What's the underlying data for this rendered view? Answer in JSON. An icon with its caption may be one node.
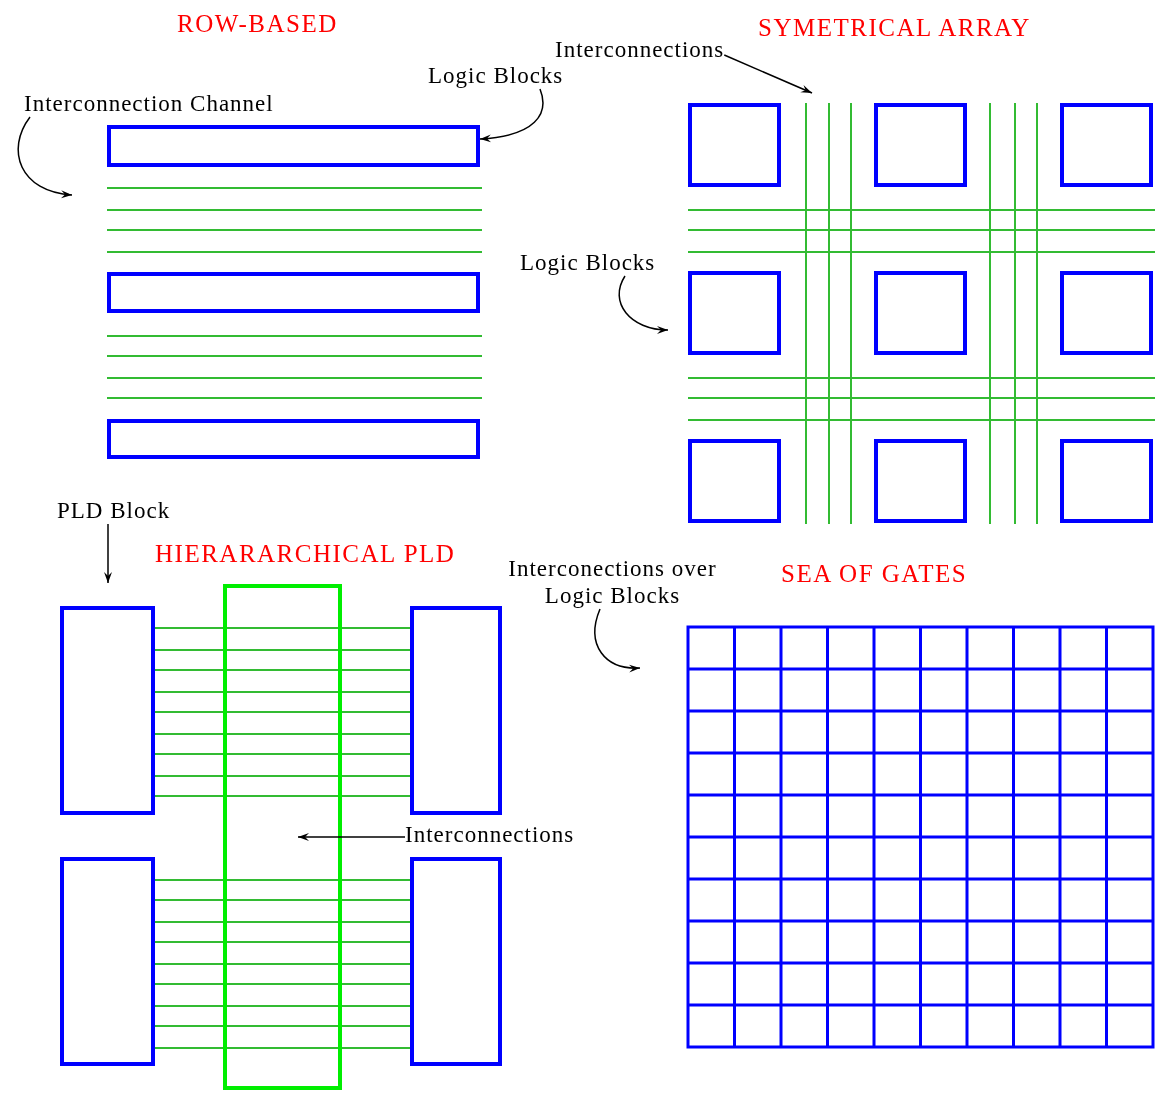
{
  "diagram": {
    "nodes": [
      {
        "text": [
          "Logic Blocks"
        ]
      },
      {
        "text": [
          "Interconnection Channel"
        ]
      },
      {
        "text": [
          "Interconnections"
        ]
      },
      {
        "text": [
          "Logic Blocks"
        ]
      },
      {
        "text": [
          "PLD Block"
        ]
      },
      {
        "text": [
          "Interconnections"
        ]
      },
      {
        "text": [
          "Interconections over Logic Blocks"
        ]
      },
      {
        "text": [],
        "shape": "box"
      }
    ],
    "edges": [
      {
        "from": 0,
        "to": 7,
        "arrow": "to"
      },
      {
        "from": 1,
        "to": null,
        "arrow": "to"
      },
      {
        "from": 2,
        "to": null,
        "arrow": "to"
      },
      {
        "from": 3,
        "to": null,
        "arrow": "to"
      },
      {
        "from": 4,
        "to": null,
        "arrow": "to"
      },
      {
        "from": 5,
        "to": null,
        "arrow": "to"
      },
      {
        "from": 6,
        "to": null,
        "arrow": "to"
      }
    ],
    "labels": [
      "ROW-BASED",
      "SYMETRICAL ARRAY",
      "HIERARARCHICAL PLD",
      "SEA OF GATES"
    ]
  }
}
